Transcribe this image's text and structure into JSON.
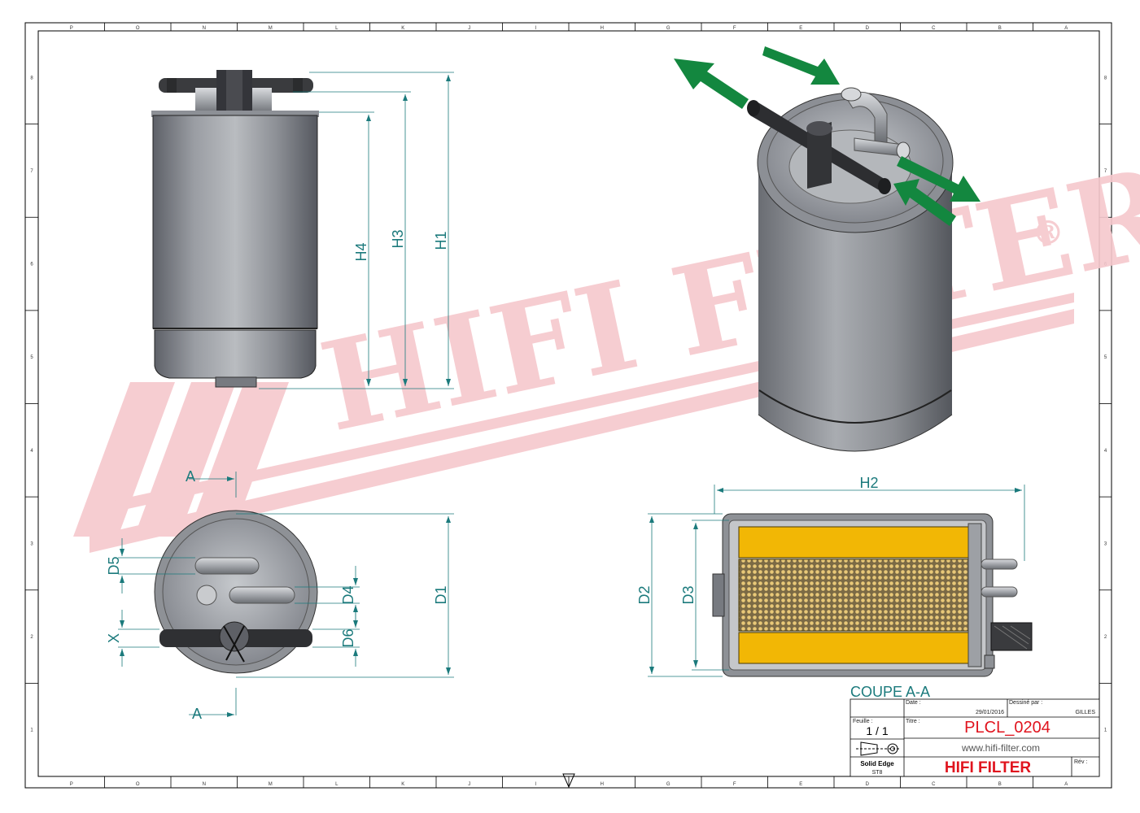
{
  "watermark": {
    "brand": "HIFI FILTER",
    "registered": "®"
  },
  "dimensions": {
    "h1": "H1",
    "h2": "H2",
    "h3": "H3",
    "h4": "H4",
    "d1": "D1",
    "d2": "D2",
    "d3": "D3",
    "d4": "D4",
    "d5": "D5",
    "d6": "D6",
    "x": "X"
  },
  "section_marker": "A",
  "section_title": "COUPE A-A",
  "zones": {
    "top": [
      "P",
      "O",
      "N",
      "M",
      "L",
      "K",
      "J",
      "I",
      "H",
      "G",
      "F",
      "E",
      "D",
      "C",
      "B",
      "A"
    ],
    "bottom": [
      "P",
      "O",
      "N",
      "M",
      "L",
      "K",
      "J",
      "I",
      "H",
      "G",
      "F",
      "E",
      "D",
      "C",
      "B",
      "A"
    ],
    "left": [
      "8",
      "7",
      "6",
      "5",
      "4",
      "3",
      "2",
      "1"
    ],
    "right": [
      "8",
      "7",
      "6",
      "5",
      "4",
      "3",
      "2",
      "1"
    ]
  },
  "title_block": {
    "date_label": "Date :",
    "date_value": "29/01/2016",
    "drawn_by_label": "Dessiné par :",
    "drawn_by_value": "GILLES",
    "sheet_label": "Feuille :",
    "sheet_value": "1 / 1",
    "title_label": "Titre :",
    "part_number": "PLCL_0204",
    "website": "www.hifi-filter.com",
    "software": "Solid Edge",
    "software_version": "ST8",
    "company": "HIFI FILTER",
    "rev_label": "Rév :"
  },
  "colors": {
    "dimension": "#1b7a7c",
    "arrow": "#13873f",
    "title_red": "#e0141e",
    "media": "#f2b705",
    "watermark": "#f6c8cd"
  }
}
